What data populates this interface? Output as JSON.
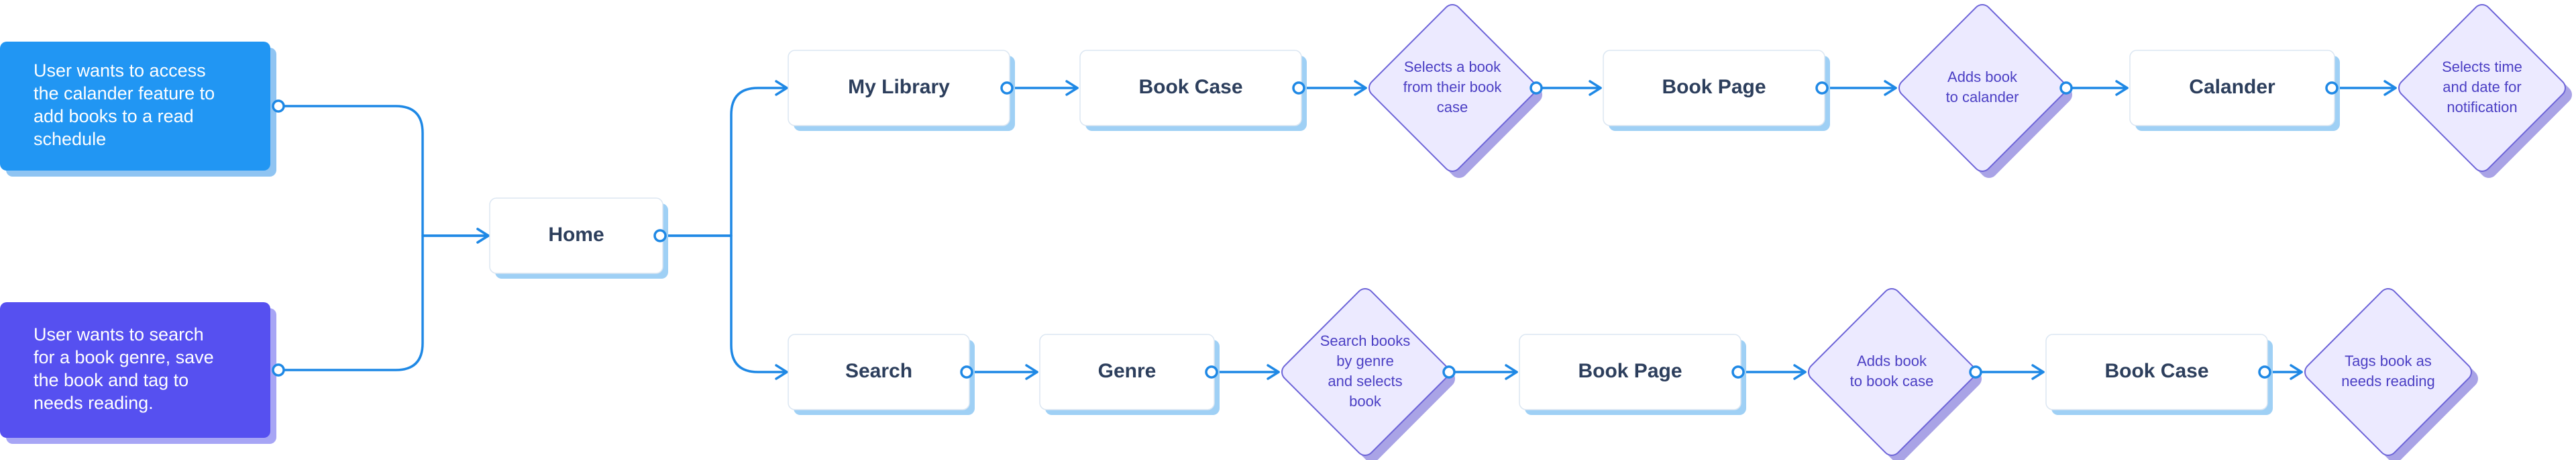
{
  "colors": {
    "start_blue": "#2196f3",
    "start_blue_shadow": "#8fc4f2",
    "start_purple": "#5650f0",
    "start_purple_shadow": "#a7a5f5",
    "box_fill": "#ffffff",
    "box_shadow": "#9fd0f5",
    "decision_fill": "#eceaff",
    "decision_stroke": "#6c63d8",
    "decision_shadow": "#a9a3e6",
    "connector": "#1e88e5",
    "box_text": "#2c3e5c",
    "decision_text": "#4b3fc4"
  },
  "start_nodes": [
    {
      "id": "start-calendar",
      "color": "blue",
      "lines": [
        "User wants to access",
        "the calander feature to",
        "add books to a read",
        "schedule"
      ]
    },
    {
      "id": "start-search",
      "color": "purple",
      "lines": [
        "User wants to search",
        "for a book genre, save",
        "the book and tag to",
        "needs reading."
      ]
    }
  ],
  "hub": {
    "id": "home",
    "label": "Home"
  },
  "flows": [
    {
      "id": "calendar-flow",
      "steps": [
        {
          "id": "my-library",
          "kind": "box",
          "label": "My Library"
        },
        {
          "id": "book-case",
          "kind": "box",
          "label": "Book Case"
        },
        {
          "id": "select-book",
          "kind": "decision",
          "lines": [
            "Selects a book",
            "from their book",
            "case"
          ]
        },
        {
          "id": "book-page",
          "kind": "box",
          "label": "Book Page"
        },
        {
          "id": "add-calendar",
          "kind": "decision",
          "lines": [
            "Adds book",
            "to calander"
          ]
        },
        {
          "id": "calander",
          "kind": "box",
          "label": "Calander"
        },
        {
          "id": "select-time",
          "kind": "decision",
          "lines": [
            "Selects time",
            "and date for",
            "notification"
          ]
        }
      ]
    },
    {
      "id": "search-flow",
      "steps": [
        {
          "id": "search",
          "kind": "box",
          "label": "Search"
        },
        {
          "id": "genre",
          "kind": "box",
          "label": "Genre"
        },
        {
          "id": "search-genre",
          "kind": "decision",
          "lines": [
            "Search books",
            "by genre",
            "and selects",
            "book"
          ]
        },
        {
          "id": "book-page-2",
          "kind": "box",
          "label": "Book Page"
        },
        {
          "id": "add-bookcase",
          "kind": "decision",
          "lines": [
            "Adds book",
            "to book case"
          ]
        },
        {
          "id": "book-case-2",
          "kind": "box",
          "label": "Book Case"
        },
        {
          "id": "tag-book",
          "kind": "decision",
          "lines": [
            "Tags book as",
            "needs reading"
          ]
        }
      ]
    }
  ]
}
